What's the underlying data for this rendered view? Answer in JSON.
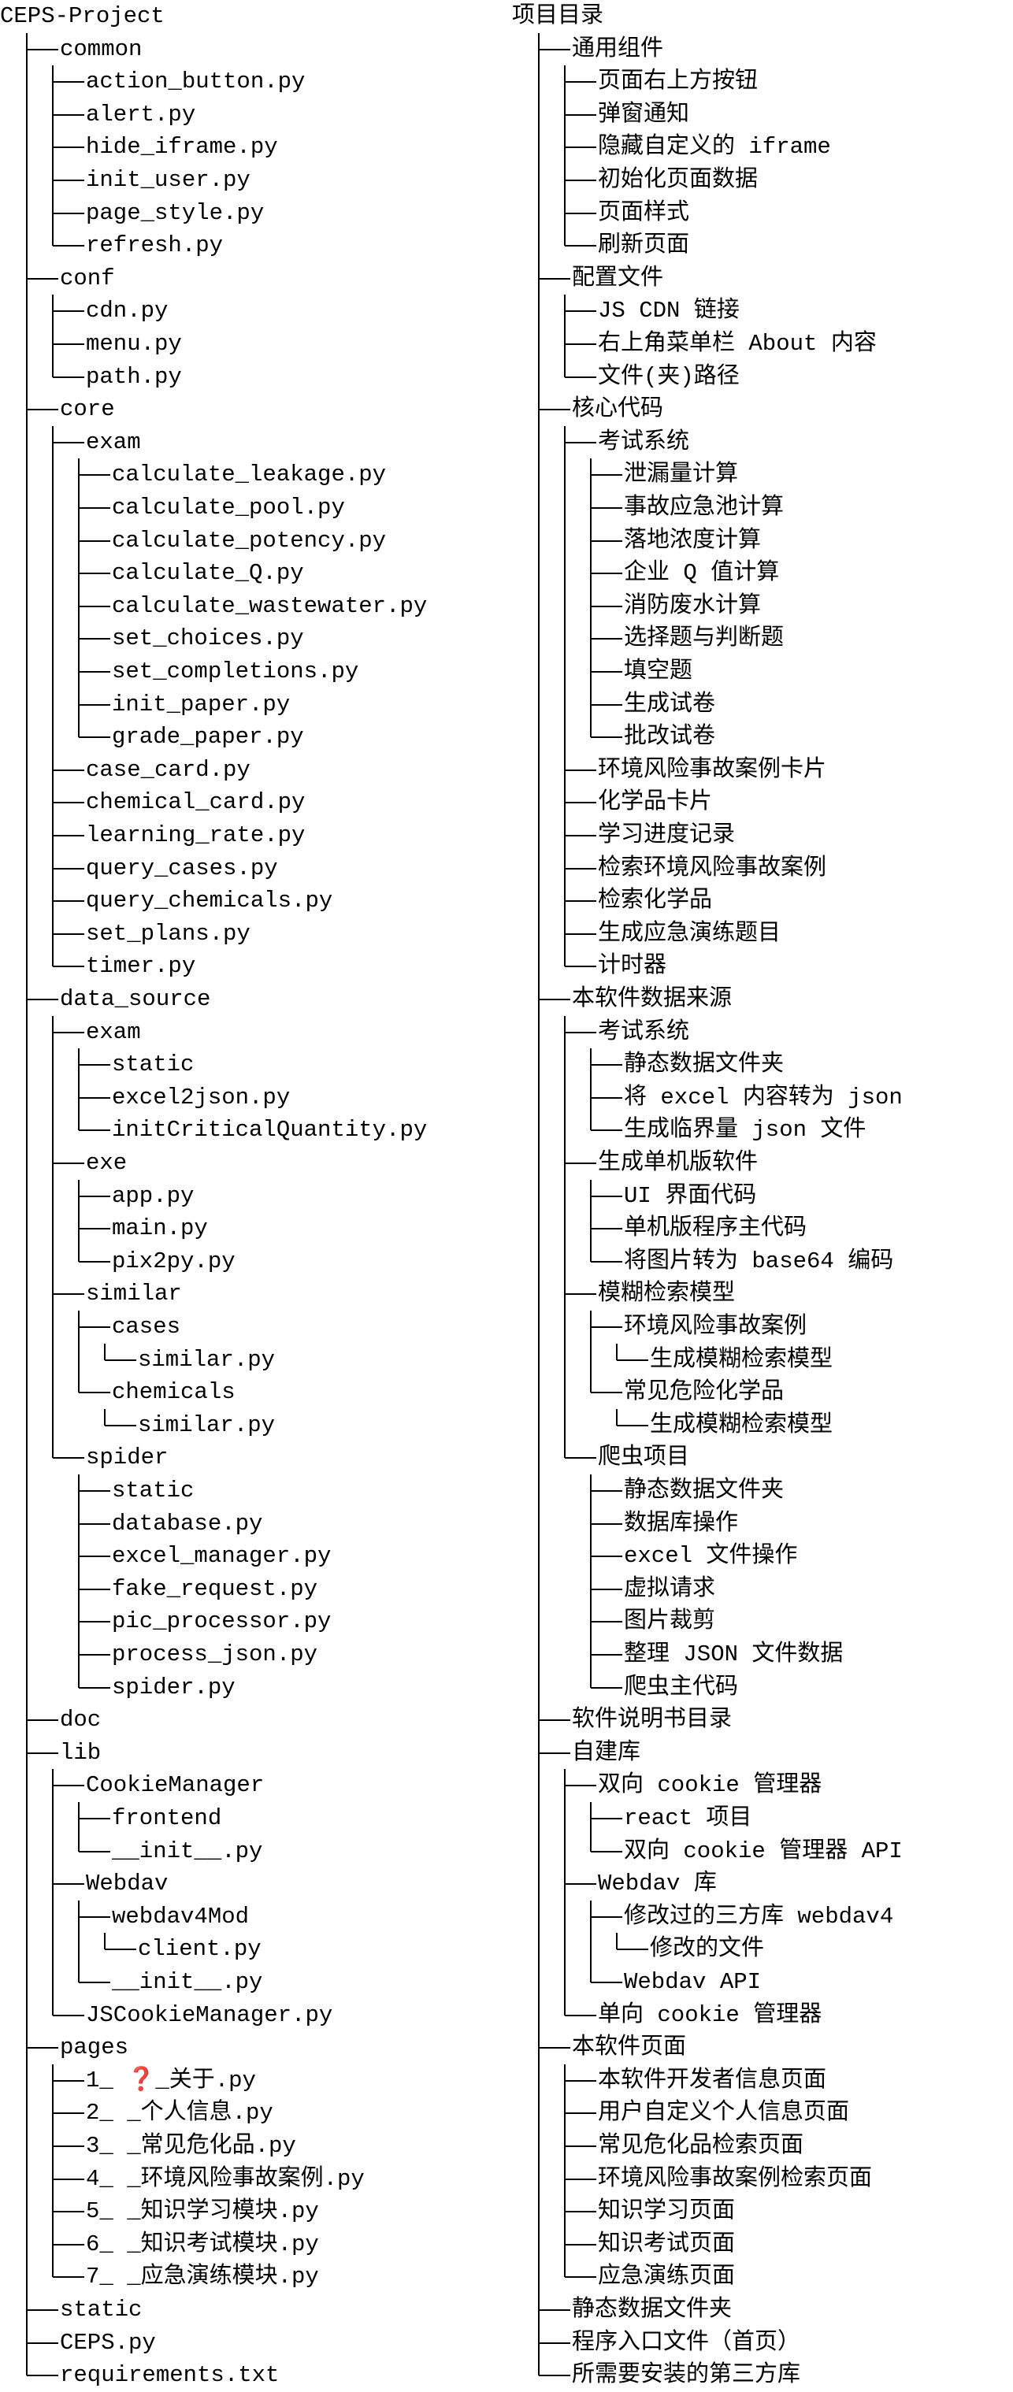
{
  "left": {
    "root": "CEPS-Project",
    "items": [
      {
        "d": 1,
        "t": "common"
      },
      {
        "d": 2,
        "t": "action_button.py"
      },
      {
        "d": 2,
        "t": "alert.py"
      },
      {
        "d": 2,
        "t": "hide_iframe.py"
      },
      {
        "d": 2,
        "t": "init_user.py"
      },
      {
        "d": 2,
        "t": "page_style.py"
      },
      {
        "d": 2,
        "t": "refresh.py"
      },
      {
        "d": 1,
        "t": "conf"
      },
      {
        "d": 2,
        "t": "cdn.py"
      },
      {
        "d": 2,
        "t": "menu.py"
      },
      {
        "d": 2,
        "t": "path.py"
      },
      {
        "d": 1,
        "t": "core"
      },
      {
        "d": 2,
        "t": "exam"
      },
      {
        "d": 3,
        "t": "calculate_leakage.py"
      },
      {
        "d": 3,
        "t": "calculate_pool.py"
      },
      {
        "d": 3,
        "t": "calculate_potency.py"
      },
      {
        "d": 3,
        "t": "calculate_Q.py"
      },
      {
        "d": 3,
        "t": "calculate_wastewater.py"
      },
      {
        "d": 3,
        "t": "set_choices.py"
      },
      {
        "d": 3,
        "t": "set_completions.py"
      },
      {
        "d": 3,
        "t": "init_paper.py"
      },
      {
        "d": 3,
        "t": "grade_paper.py"
      },
      {
        "d": 2,
        "t": "case_card.py"
      },
      {
        "d": 2,
        "t": "chemical_card.py"
      },
      {
        "d": 2,
        "t": "learning_rate.py"
      },
      {
        "d": 2,
        "t": "query_cases.py"
      },
      {
        "d": 2,
        "t": "query_chemicals.py"
      },
      {
        "d": 2,
        "t": "set_plans.py"
      },
      {
        "d": 2,
        "t": "timer.py"
      },
      {
        "d": 1,
        "t": "data_source"
      },
      {
        "d": 2,
        "t": "exam"
      },
      {
        "d": 3,
        "t": "static"
      },
      {
        "d": 3,
        "t": "excel2json.py"
      },
      {
        "d": 3,
        "t": "initCriticalQuantity.py"
      },
      {
        "d": 2,
        "t": "exe"
      },
      {
        "d": 3,
        "t": "app.py"
      },
      {
        "d": 3,
        "t": "main.py"
      },
      {
        "d": 3,
        "t": "pix2py.py"
      },
      {
        "d": 2,
        "t": "similar"
      },
      {
        "d": 3,
        "t": "cases"
      },
      {
        "d": 4,
        "t": "similar.py"
      },
      {
        "d": 3,
        "t": "chemicals"
      },
      {
        "d": 4,
        "t": "similar.py"
      },
      {
        "d": 2,
        "t": "spider"
      },
      {
        "d": 3,
        "t": "static"
      },
      {
        "d": 3,
        "t": "database.py"
      },
      {
        "d": 3,
        "t": "excel_manager.py"
      },
      {
        "d": 3,
        "t": "fake_request.py"
      },
      {
        "d": 3,
        "t": "pic_processor.py"
      },
      {
        "d": 3,
        "t": "process_json.py"
      },
      {
        "d": 3,
        "t": "spider.py"
      },
      {
        "d": 1,
        "t": "doc"
      },
      {
        "d": 1,
        "t": "lib"
      },
      {
        "d": 2,
        "t": "CookieManager"
      },
      {
        "d": 3,
        "t": "frontend"
      },
      {
        "d": 3,
        "t": "__init__.py"
      },
      {
        "d": 2,
        "t": "Webdav"
      },
      {
        "d": 3,
        "t": "webdav4Mod"
      },
      {
        "d": 4,
        "t": "client.py"
      },
      {
        "d": 3,
        "t": "__init__.py"
      },
      {
        "d": 2,
        "t": "JSCookieManager.py"
      },
      {
        "d": 1,
        "t": "pages"
      },
      {
        "d": 2,
        "t": "1_ ❓_关于.py"
      },
      {
        "d": 2,
        "t": "2_ _个人信息.py"
      },
      {
        "d": 2,
        "t": "3_ _常见危化品.py"
      },
      {
        "d": 2,
        "t": "4_ _环境风险事故案例.py"
      },
      {
        "d": 2,
        "t": "5_ _知识学习模块.py"
      },
      {
        "d": 2,
        "t": "6_ _知识考试模块.py"
      },
      {
        "d": 2,
        "t": "7_ _应急演练模块.py"
      },
      {
        "d": 1,
        "t": "static"
      },
      {
        "d": 1,
        "t": "CEPS.py"
      },
      {
        "d": 1,
        "t": "requirements.txt"
      }
    ]
  },
  "right": {
    "root": "项目目录",
    "items": [
      {
        "d": 1,
        "t": "通用组件"
      },
      {
        "d": 2,
        "t": "页面右上方按钮"
      },
      {
        "d": 2,
        "t": "弹窗通知"
      },
      {
        "d": 2,
        "t": "隐藏自定义的 iframe"
      },
      {
        "d": 2,
        "t": "初始化页面数据"
      },
      {
        "d": 2,
        "t": "页面样式"
      },
      {
        "d": 2,
        "t": "刷新页面"
      },
      {
        "d": 1,
        "t": "配置文件"
      },
      {
        "d": 2,
        "t": "JS CDN 链接"
      },
      {
        "d": 2,
        "t": "右上角菜单栏 About 内容"
      },
      {
        "d": 2,
        "t": "文件(夹)路径"
      },
      {
        "d": 1,
        "t": "核心代码"
      },
      {
        "d": 2,
        "t": "考试系统"
      },
      {
        "d": 3,
        "t": "泄漏量计算"
      },
      {
        "d": 3,
        "t": "事故应急池计算"
      },
      {
        "d": 3,
        "t": "落地浓度计算"
      },
      {
        "d": 3,
        "t": "企业 Q 值计算"
      },
      {
        "d": 3,
        "t": "消防废水计算"
      },
      {
        "d": 3,
        "t": "选择题与判断题"
      },
      {
        "d": 3,
        "t": "填空题"
      },
      {
        "d": 3,
        "t": "生成试卷"
      },
      {
        "d": 3,
        "t": "批改试卷"
      },
      {
        "d": 2,
        "t": "环境风险事故案例卡片"
      },
      {
        "d": 2,
        "t": "化学品卡片"
      },
      {
        "d": 2,
        "t": "学习进度记录"
      },
      {
        "d": 2,
        "t": "检索环境风险事故案例"
      },
      {
        "d": 2,
        "t": "检索化学品"
      },
      {
        "d": 2,
        "t": "生成应急演练题目"
      },
      {
        "d": 2,
        "t": "计时器"
      },
      {
        "d": 1,
        "t": "本软件数据来源"
      },
      {
        "d": 2,
        "t": "考试系统"
      },
      {
        "d": 3,
        "t": "静态数据文件夹"
      },
      {
        "d": 3,
        "t": "将 excel 内容转为 json"
      },
      {
        "d": 3,
        "t": "生成临界量 json 文件"
      },
      {
        "d": 2,
        "t": "生成单机版软件"
      },
      {
        "d": 3,
        "t": "UI 界面代码"
      },
      {
        "d": 3,
        "t": "单机版程序主代码"
      },
      {
        "d": 3,
        "t": "将图片转为 base64 编码"
      },
      {
        "d": 2,
        "t": "模糊检索模型"
      },
      {
        "d": 3,
        "t": "环境风险事故案例"
      },
      {
        "d": 4,
        "t": "生成模糊检索模型"
      },
      {
        "d": 3,
        "t": "常见危险化学品"
      },
      {
        "d": 4,
        "t": "生成模糊检索模型"
      },
      {
        "d": 2,
        "t": "爬虫项目"
      },
      {
        "d": 3,
        "t": "静态数据文件夹"
      },
      {
        "d": 3,
        "t": "数据库操作"
      },
      {
        "d": 3,
        "t": "excel 文件操作"
      },
      {
        "d": 3,
        "t": "虚拟请求"
      },
      {
        "d": 3,
        "t": "图片裁剪"
      },
      {
        "d": 3,
        "t": "整理 JSON 文件数据"
      },
      {
        "d": 3,
        "t": "爬虫主代码"
      },
      {
        "d": 1,
        "t": "软件说明书目录"
      },
      {
        "d": 1,
        "t": "自建库"
      },
      {
        "d": 2,
        "t": "双向 cookie 管理器"
      },
      {
        "d": 3,
        "t": "react 项目"
      },
      {
        "d": 3,
        "t": "双向 cookie 管理器 API"
      },
      {
        "d": 2,
        "t": "Webdav 库"
      },
      {
        "d": 3,
        "t": "修改过的三方库 webdav4"
      },
      {
        "d": 4,
        "t": "修改的文件"
      },
      {
        "d": 3,
        "t": "Webdav API"
      },
      {
        "d": 2,
        "t": "单向 cookie 管理器"
      },
      {
        "d": 1,
        "t": "本软件页面"
      },
      {
        "d": 2,
        "t": "本软件开发者信息页面"
      },
      {
        "d": 2,
        "t": "用户自定义个人信息页面"
      },
      {
        "d": 2,
        "t": "常见危化品检索页面"
      },
      {
        "d": 2,
        "t": "环境风险事故案例检索页面"
      },
      {
        "d": 2,
        "t": "知识学习页面"
      },
      {
        "d": 2,
        "t": "知识考试页面"
      },
      {
        "d": 2,
        "t": "应急演练页面"
      },
      {
        "d": 1,
        "t": "静态数据文件夹"
      },
      {
        "d": 1,
        "t": "程序入口文件（首页）"
      },
      {
        "d": 1,
        "t": "所需要安装的第三方库"
      }
    ]
  }
}
